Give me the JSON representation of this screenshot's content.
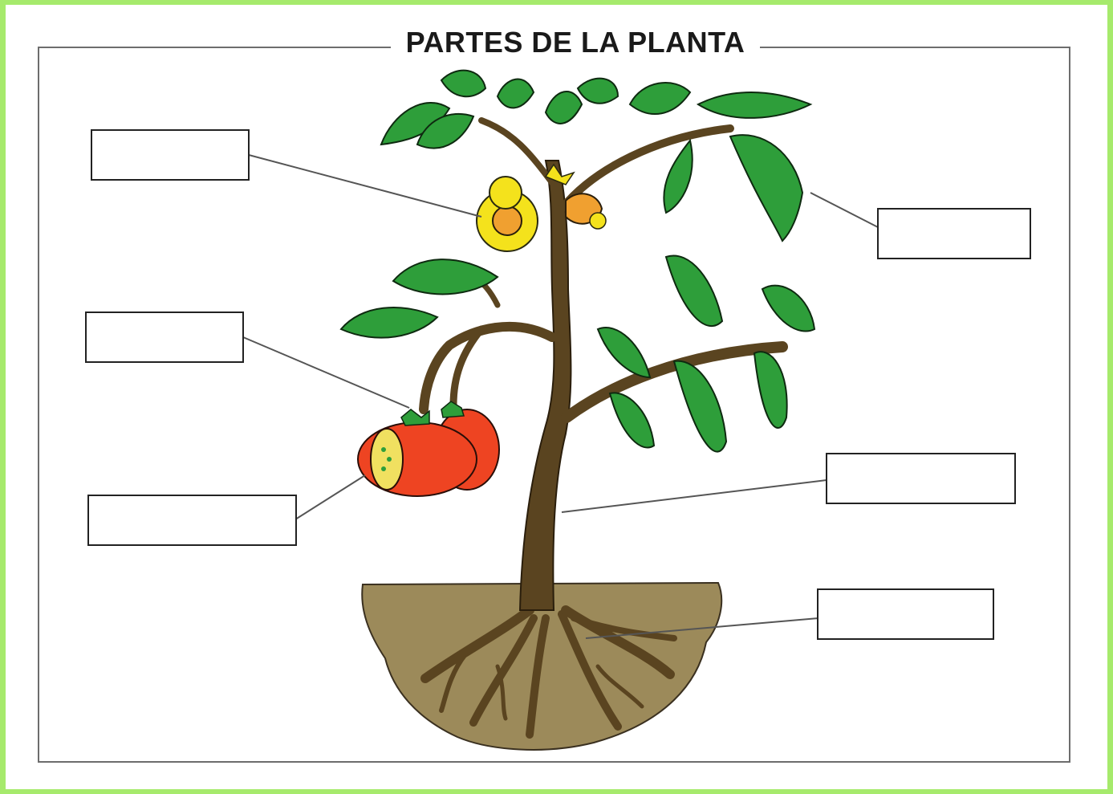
{
  "worksheet": {
    "title": "PARTES DE LA PLANTA"
  },
  "colors": {
    "page_border": "#a6ea6c",
    "leaf_green": "#2e9e3a",
    "stem_brown": "#5a4420",
    "soil": "#9c8a5a",
    "tomato_red": "#ee4422",
    "flower_yellow": "#f4e21c",
    "flower_orange": "#f0a030"
  },
  "answer_boxes": [
    {
      "part": "flower",
      "value": ""
    },
    {
      "part": "leaves",
      "value": ""
    },
    {
      "part": "branch",
      "value": ""
    },
    {
      "part": "fruit",
      "value": ""
    },
    {
      "part": "stem",
      "value": ""
    },
    {
      "part": "roots",
      "value": ""
    }
  ]
}
